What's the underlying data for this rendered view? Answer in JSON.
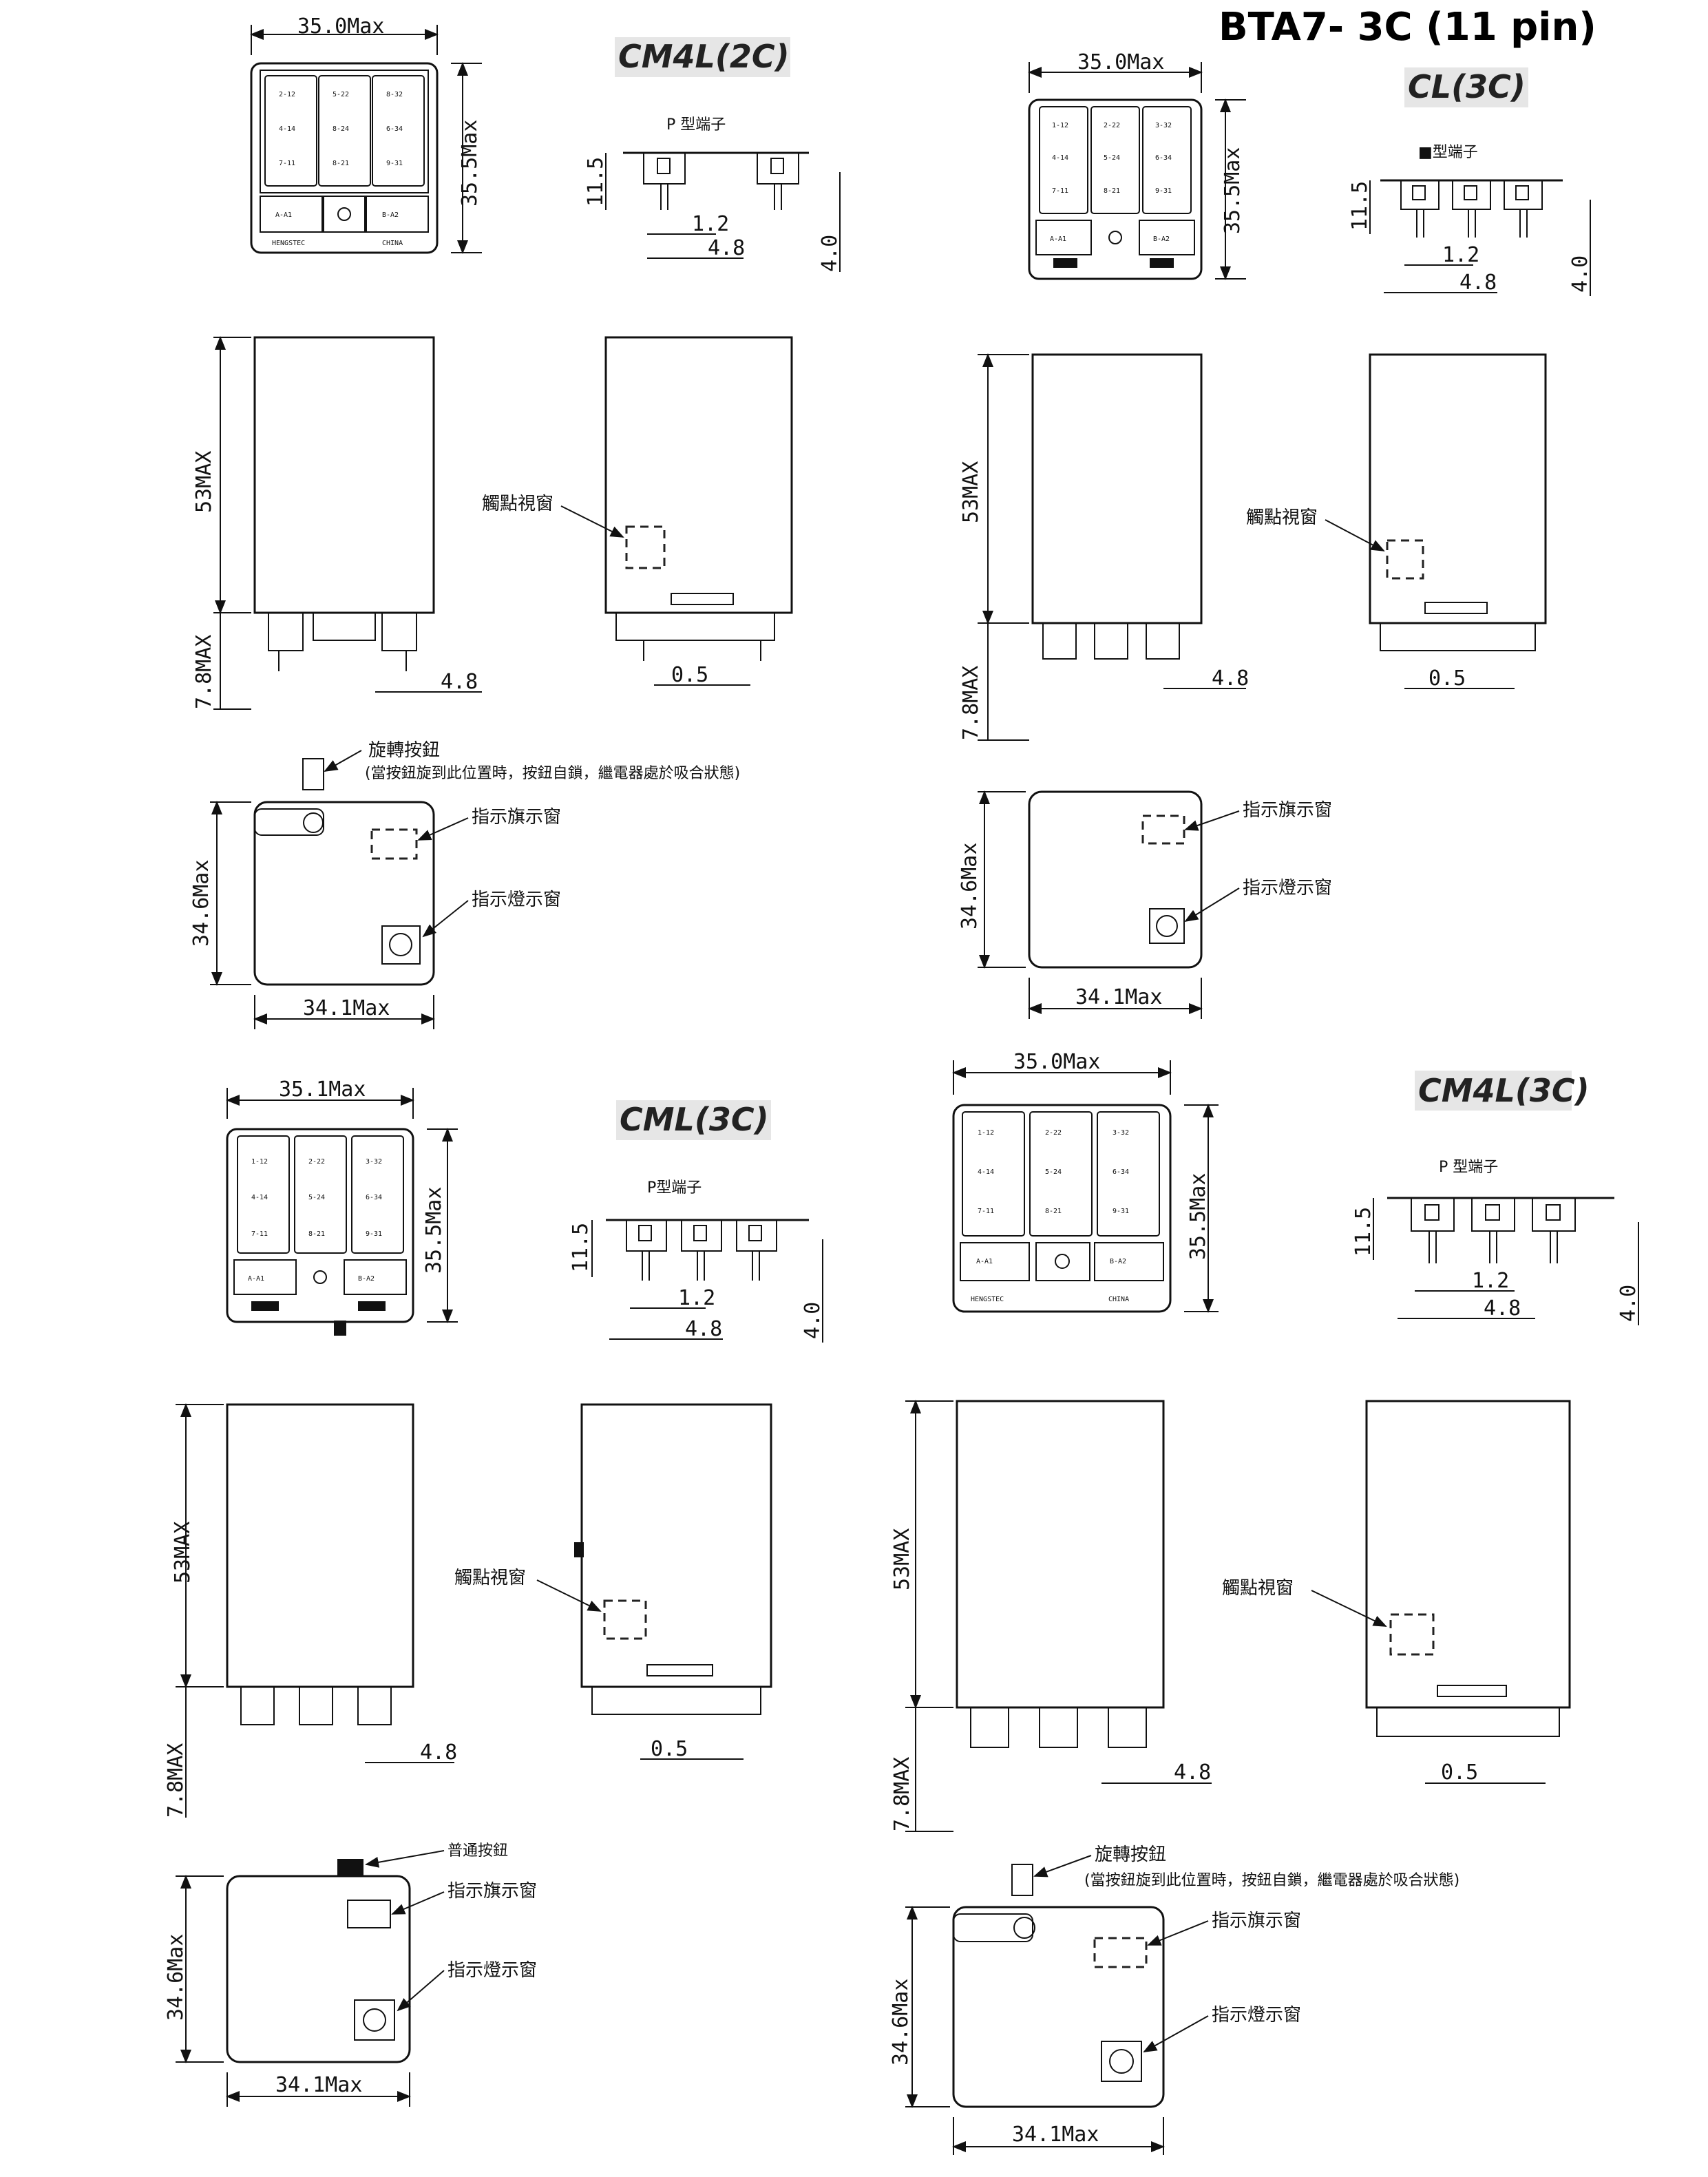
{
  "title": "BTA7- 3C (11 pin)",
  "panels": {
    "cm4l2c": {
      "model": "CM4L(2C)",
      "top_width": "35.0Max",
      "top_height": "35.5Max",
      "terminal_type": "P 型端子",
      "term_h": "11.5",
      "term_pitch_a": "1.2",
      "term_pitch_b": "4.8",
      "term_len": "4.0",
      "side_height": "53MAX",
      "pin_height": "7.8MAX",
      "side_pitch": "4.8",
      "contact_window": "觸點視窗",
      "front_gap": "0.5",
      "knob_label": "旋轉按鈕",
      "knob_note": "(當按鈕旋到此位置時，按鈕自鎖，繼電器處於吸合狀態)",
      "flag_window": "指示旗示窗",
      "lamp_window": "指示燈示窗",
      "bottom_height": "34.6Max",
      "bottom_width": "34.1Max"
    },
    "cl3c": {
      "model": "CL(3C)",
      "top_width": "35.0Max",
      "top_height": "35.5Max",
      "terminal_type": "■型端子",
      "term_h": "11.5",
      "term_pitch_a": "1.2",
      "term_pitch_b": "4.8",
      "term_len": "4.0",
      "side_height": "53MAX",
      "pin_height": "7.8MAX",
      "side_pitch": "4.8",
      "contact_window": "觸點視窗",
      "front_gap": "0.5",
      "flag_window": "指示旗示窗",
      "lamp_window": "指示燈示窗",
      "bottom_height": "34.6Max",
      "bottom_width": "34.1Max"
    },
    "cml3c": {
      "model": "CML(3C)",
      "top_width": "35.1Max",
      "top_height": "35.5Max",
      "terminal_type": "P型端子",
      "term_h": "11.5",
      "term_pitch_a": "1.2",
      "term_pitch_b": "4.8",
      "term_len": "4.0",
      "side_height": "53MAX",
      "pin_height": "7.8MAX",
      "side_pitch": "4.8",
      "contact_window": "觸點視窗",
      "front_gap": "0.5",
      "knob_label": "普通按鈕",
      "flag_window": "指示旗示窗",
      "lamp_window": "指示燈示窗",
      "bottom_height": "34.6Max",
      "bottom_width": "34.1Max"
    },
    "cm4l3c": {
      "model": "CM4L(3C)",
      "top_width": "35.0Max",
      "top_height": "35.5Max",
      "terminal_type": "P 型端子",
      "term_h": "11.5",
      "term_pitch_a": "1.2",
      "term_pitch_b": "4.8",
      "term_len": "4.0",
      "side_height": "53MAX",
      "pin_height": "7.8MAX",
      "side_pitch": "4.8",
      "contact_window": "觸點視窗",
      "front_gap": "0.5",
      "knob_label": "旋轉按鈕",
      "knob_note": "(當按鈕旋到此位置時，按鈕自鎖，繼電器處於吸合狀態)",
      "flag_window": "指示旗示窗",
      "lamp_window": "指示燈示窗",
      "bottom_height": "34.6Max",
      "bottom_width": "34.1Max"
    }
  },
  "pin_labels_2c": [
    "2-12",
    "5-22",
    "8-32",
    "4-14",
    "8-24",
    "6-34",
    "7-11",
    "8-21",
    "9-31",
    "A-A1",
    "B-A2"
  ],
  "pin_labels_3c": [
    "1-12",
    "2-22",
    "3-32",
    "4-14",
    "5-24",
    "6-34",
    "7-11",
    "8-21",
    "9-31",
    "A-A1",
    "B-A2"
  ],
  "case_marks": [
    "HENGSTEC",
    "CHINA"
  ]
}
